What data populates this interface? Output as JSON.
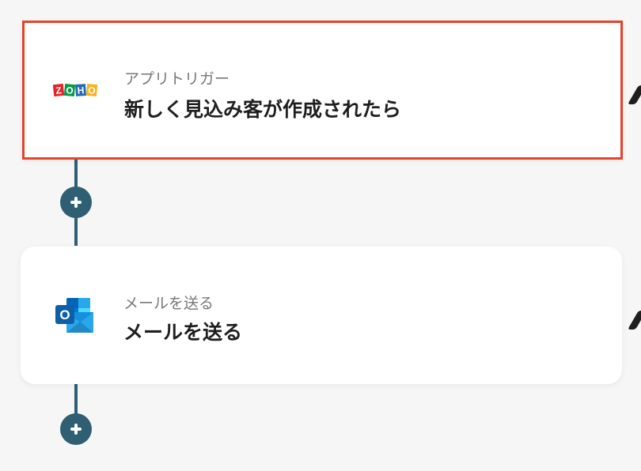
{
  "flow": {
    "steps": [
      {
        "app": "Zoho CRM",
        "icon": "zoho-logo-icon",
        "icon_letters": [
          "Z",
          "O",
          "H",
          "O"
        ],
        "icon_colors": [
          "#e42527",
          "#089949",
          "#226db4",
          "#f9b21d"
        ],
        "subtitle": "アプリトリガー",
        "title": "新しく見込み客が作成されたら",
        "selected": true,
        "highlight_color": "#e5432a"
      },
      {
        "app": "Outlook",
        "icon": "outlook-logo-icon",
        "icon_letter": "O",
        "subtitle": "メールを送る",
        "title": "メールを送る",
        "selected": false
      }
    ],
    "connector_color": "#2f5f73",
    "add_button_icon": "plus-icon"
  }
}
